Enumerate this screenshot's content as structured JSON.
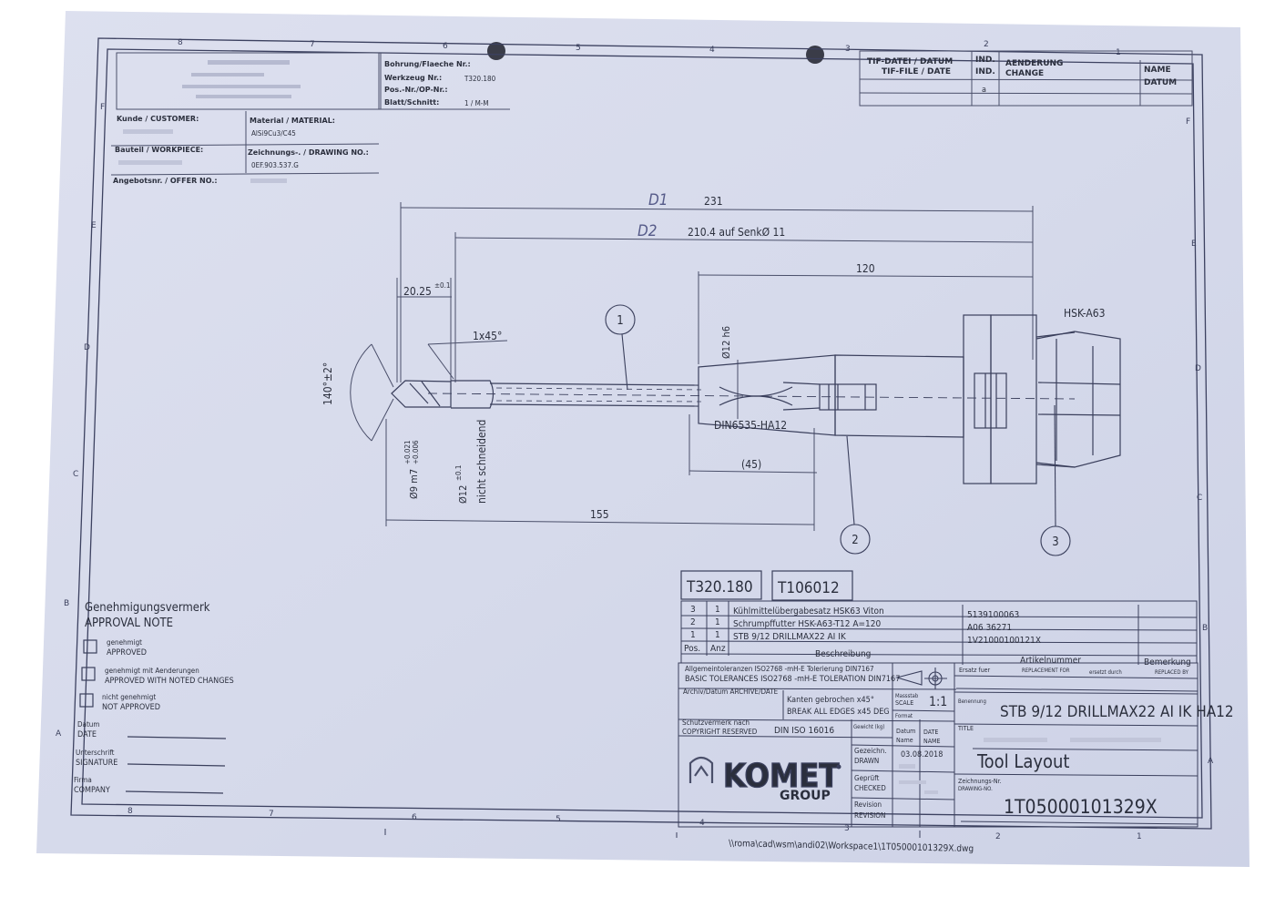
{
  "zone_numbers_top": [
    "8",
    "7",
    "6",
    "5",
    "4",
    "3",
    "2",
    "1"
  ],
  "zone_numbers_bottom": [
    "8",
    "7",
    "6",
    "5",
    "4",
    "3",
    "2",
    "1"
  ],
  "zone_letters_left": [
    "F",
    "E",
    "D",
    "C",
    "B",
    "A"
  ],
  "zone_letters_right": [
    "F",
    "E",
    "D",
    "C",
    "B",
    "A"
  ],
  "header": {
    "bohrung_label": "Bohrung/Flaeche Nr.:",
    "werkzeug_label": "Werkzeug Nr.:",
    "werkzeug_value": "T320.180",
    "posnr_label": "Pos.-Nr./OP-Nr.:",
    "blatt_label": "Blatt/Schnitt:",
    "blatt_value": "1 / M-M",
    "kunde_label": "Kunde / CUSTOMER:",
    "material_label": "Material / MATERIAL:",
    "material_value": "AlSi9Cu3/C45",
    "bauteil_label": "Bauteil / WORKPIECE:",
    "zeichnungs_label": "Zeichnungs-. / DRAWING NO.:",
    "zeichnungs_value": "0EF.903.537.G",
    "angebot_label": "Angebotsnr. / OFFER NO.:"
  },
  "revision": {
    "tif_label": "TIF-DATEI / DATUM",
    "tif_label2": "TIF-FILE / DATE",
    "ind_label": "IND.",
    "ind_label2": "IND.",
    "aenderung_label": "AENDERUNG",
    "change_label": "CHANGE",
    "name_label": "NAME",
    "datum_label": "DATUM",
    "row_index": "a"
  },
  "dimensions": {
    "d1_note": "D1",
    "overall": "231",
    "d2_note": "D2",
    "length2": "210.4  auf SenkØ 11",
    "holder_len": "120",
    "step_len": "20.25",
    "step_tol": "±0.1",
    "chamfer": "1x45°",
    "point_angle": "140°±2°",
    "d9": "Ø9 m7",
    "d9_tol_top": "+0.021",
    "d9_tol_bot": "+0.006",
    "d12": "Ø12",
    "d12_tol": "±0.1",
    "non_cutting": "nicht schneidend",
    "shank": "Ø12 h6",
    "din": "DIN6535-HA12",
    "insert_len": "(45)",
    "tool_len": "155",
    "hsk": "HSK-A63"
  },
  "balloons": [
    "1",
    "2",
    "3"
  ],
  "tool_ids": [
    "T320.180",
    "T106012"
  ],
  "bom": {
    "rows": [
      {
        "pos": "3",
        "qty": "1",
        "desc": "Kühlmittelübergabesatz HSK63 Viton",
        "art": "5139100063"
      },
      {
        "pos": "2",
        "qty": "1",
        "desc": "Schrumpffutter HSK-A63-T12 A=120",
        "art": "A06 36271"
      },
      {
        "pos": "1",
        "qty": "1",
        "desc": "STB 9/12 DRILLMAX22 AI IK",
        "art": "1V21000100121X"
      }
    ],
    "pos_label": "Pos.",
    "anz_label": "Anz",
    "beschreibung_label": "Beschreibung",
    "artikel_label": "Artikelnummer",
    "bemerkung_label": "Bemerkung"
  },
  "titleblock": {
    "tol1": "Allgemeintoleranzen ISO2768 -mH-E  Tolerierung DIN7167",
    "tol2": "BASIC TOLERANCES ISO2768 -mH-E  TOLERATION DIN7167",
    "archiv": "Archiv/Datum   ARCHIVE/DATE",
    "kanten1": "Kanten gebrochen  x45°",
    "kanten2": "BREAK ALL EDGES  x45 DEG",
    "massstab_label1": "Massstab",
    "massstab_label2": "SCALE",
    "scale": "1:1",
    "format_label": "Format",
    "gewicht_label": "Gewicht (kg)",
    "schutz1": "Schutzvermerk nach",
    "schutz2": "COPYRIGHT RESERVED",
    "din_iso": "DIN ISO 16016",
    "datum_label": "Datum",
    "datum_label2": "DATE",
    "name_label": "Name",
    "name_label2": "NAME",
    "gezeichn": "Gezeichn.",
    "drawn": "DRAWN",
    "date": "03.08.2018",
    "geprueft": "Geprüft",
    "checked": "CHECKED",
    "revision": "Revision",
    "revision2": "REVISION",
    "ersatz": "Ersatz fuer",
    "replacement": "REPLACEMENT FOR",
    "ersetzt": "ersetzt durch",
    "replaced": "REPLACED BY",
    "benennung": "Benennung",
    "title_label": "TITLE",
    "tool_name": "STB 9/12 DRILLMAX22 AI IK HA12",
    "subtitle": "Tool Layout",
    "zeichnungsnr1": "Zeichnungs-Nr.",
    "zeichnungsnr2": "DRAWING-NO.",
    "drawing_no": "1T05000101329X",
    "logo": "KOMET",
    "group": "GROUP"
  },
  "approval": {
    "title1": "Genehmigungsvermerk",
    "title2": "APPROVAL NOTE",
    "opt1a": "genehmigt",
    "opt1b": "APPROVED",
    "opt2a": "genehmigt mit Aenderungen",
    "opt2b": "APPROVED WITH NOTED CHANGES",
    "opt3a": "nicht genehmigt",
    "opt3b": "NOT APPROVED",
    "datum1": "Datum",
    "datum2": "DATE",
    "sig1": "Unterschrift",
    "sig2": "SIGNATURE",
    "firma1": "Firma",
    "firma2": "COMPANY"
  },
  "file_path": "\\\\roma\\cad\\wsm\\andi02\\Workspace1\\1T05000101329X.dwg"
}
